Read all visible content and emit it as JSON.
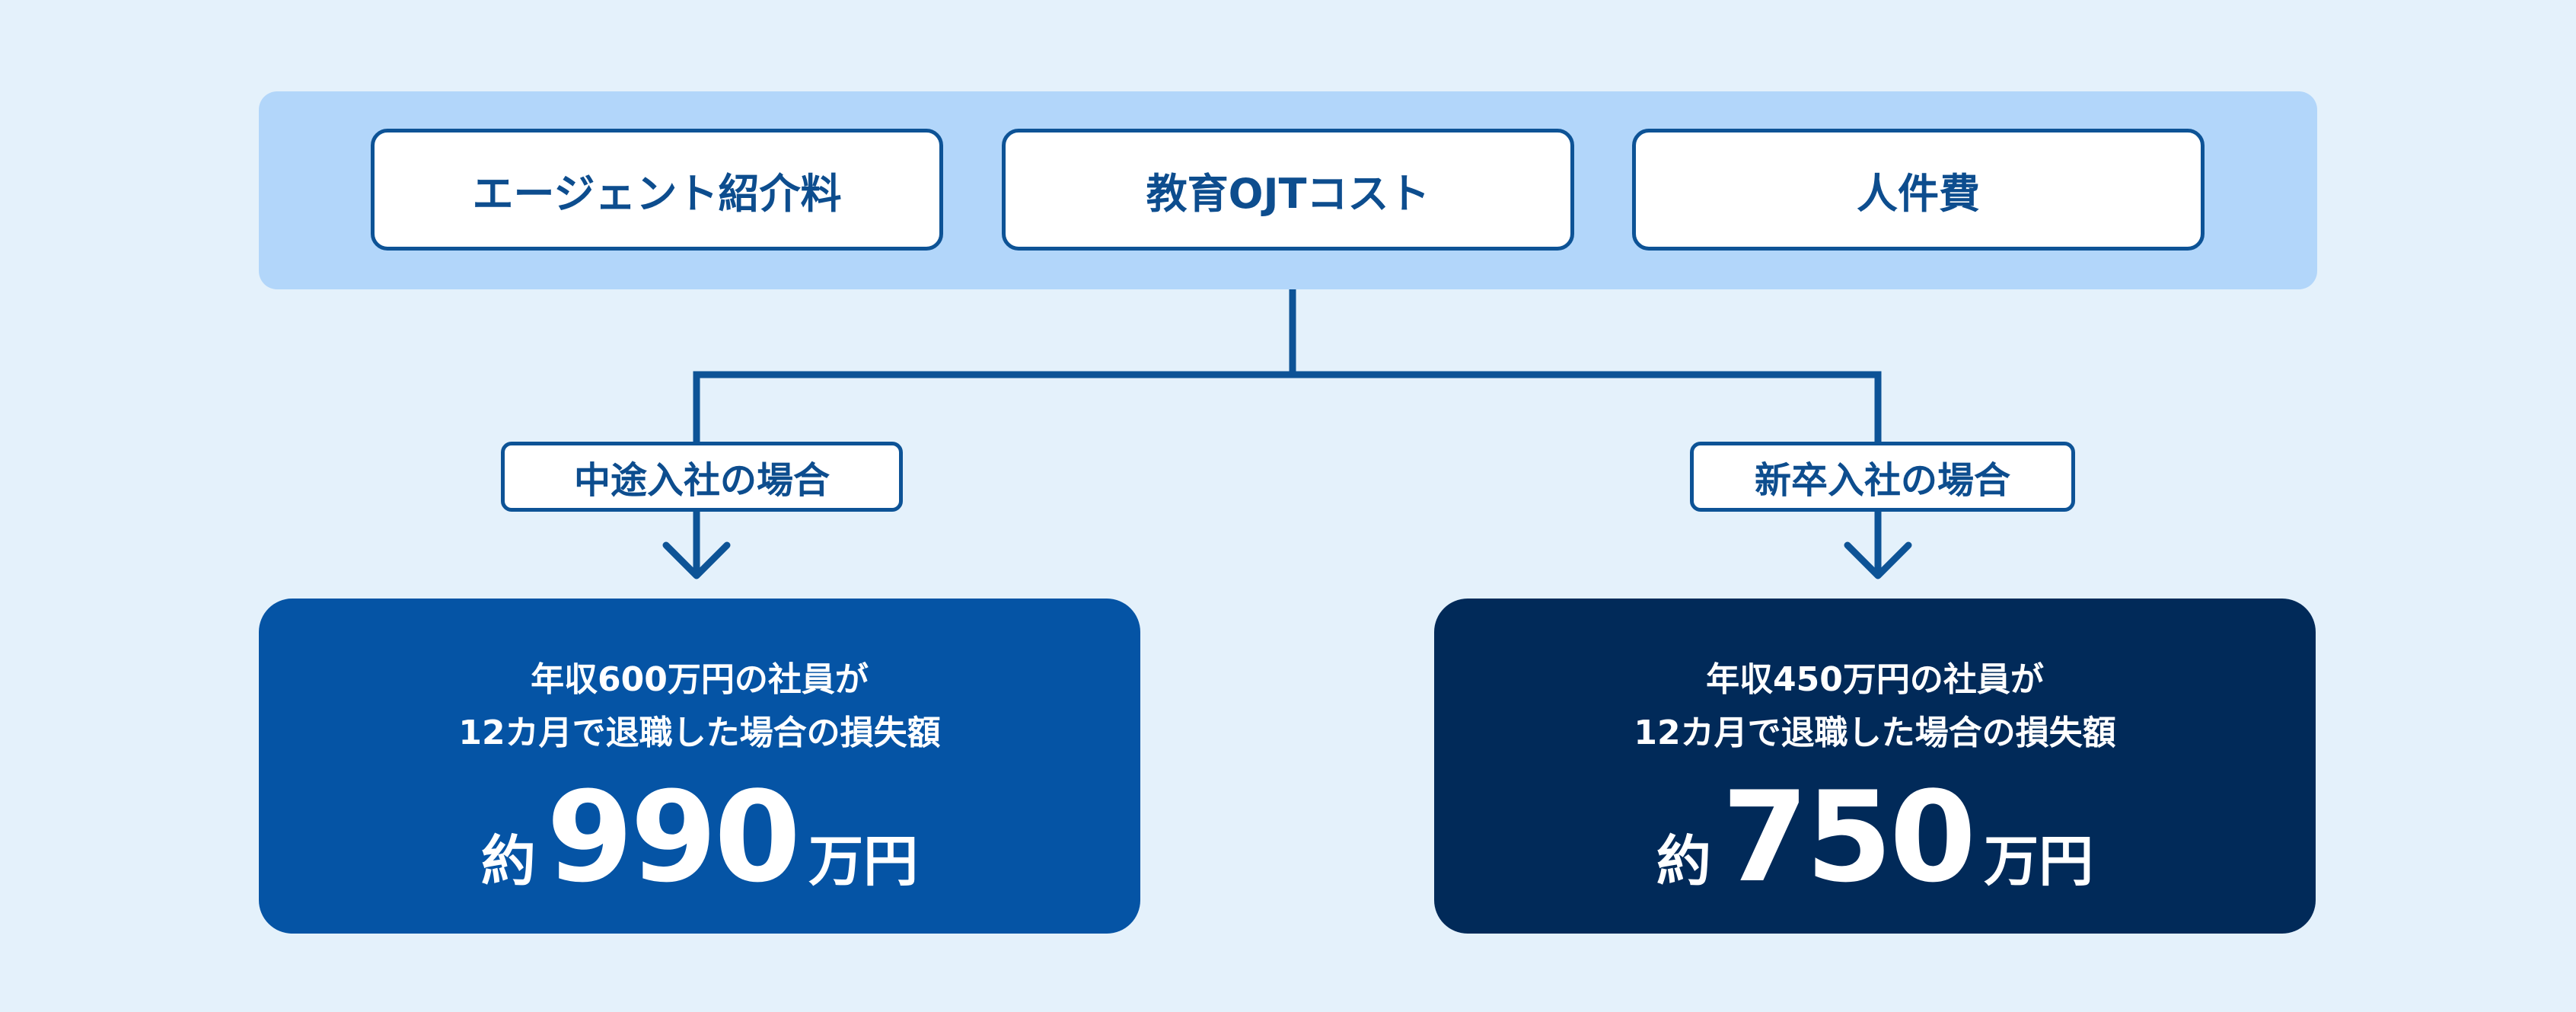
{
  "costs": {
    "items": [
      "エージェント紹介料",
      "教育OJTコスト",
      "人件費"
    ]
  },
  "cases": [
    {
      "label": "中途入社の場合",
      "desc_line1": "年収600万円の社員が",
      "desc_line2": "12カ月で退職した場合の損失額",
      "prefix": "約",
      "amount": "990",
      "unit": "万円",
      "color": "#0554a5"
    },
    {
      "label": "新卒入社の場合",
      "desc_line1": "年収450万円の社員が",
      "desc_line2": "12カ月で退職した場合の損失額",
      "prefix": "約",
      "amount": "750",
      "unit": "万円",
      "color": "#012a59"
    }
  ],
  "colors": {
    "background": "#e4f1fb",
    "band": "#b2d6fa",
    "line": "#0d5396"
  }
}
